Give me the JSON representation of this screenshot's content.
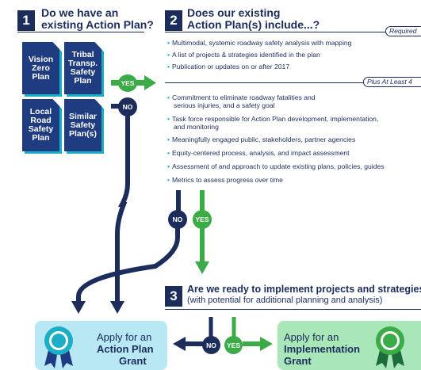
{
  "step1": {
    "number": "1",
    "title_line1": "Do we have an",
    "title_line2": "existing Action Plan?",
    "plans": [
      {
        "lines": [
          "Vision",
          "Zero",
          "Plan"
        ]
      },
      {
        "lines": [
          "Tribal",
          "Transp.",
          "Safety",
          "Plan"
        ]
      },
      {
        "lines": [
          "Local",
          "Road",
          "Safety",
          "Plan"
        ]
      },
      {
        "lines": [
          "Similar",
          "Safety",
          "Plan(s)"
        ]
      }
    ]
  },
  "step2": {
    "number": "2",
    "title_line1": "Does our existing",
    "title_line2": "Action Plan(s) include...?",
    "required_label": "Required",
    "required_items": [
      "Multimodal, systemic roadway safety analysis with mapping",
      "A list of projects & strategies identified in the plan",
      "Publication or updates on or after 2017"
    ],
    "plus_label": "Plus At Least 4",
    "plus_items": [
      [
        "Commitment to eliminate roadway fatalities and",
        "serious injuries, and a safety goal"
      ],
      [
        "Task force responsible for Action Plan development, implementation,",
        "and monitoring"
      ],
      [
        "Meaningfully engaged public, stakeholders, partner agencies"
      ],
      [
        "Equity-centered process, analysis, and impact assessment"
      ],
      [
        "Assessment of and approach to update existing plans, policies, guides"
      ],
      [
        "Metrics to assess progress over time"
      ]
    ]
  },
  "step3": {
    "number": "3",
    "title": "Are we ready to implement projects and strategies?",
    "subtitle": "(with potential for additional planning and analysis)"
  },
  "decisions": {
    "yes": "YES",
    "no": "NO"
  },
  "outcomes": {
    "left_line1": "Apply for an",
    "left_line2": "Action Plan",
    "left_line3": "Grant",
    "right_line1": "Apply for an",
    "right_line2": "Implementation",
    "right_line3": "Grant"
  },
  "colors": {
    "navy": "#1c2d5c",
    "green": "#3bab47",
    "teal": "#1daec7",
    "card_fill": "#b7e8f3",
    "card_green_fill": "#a9e6b8"
  }
}
